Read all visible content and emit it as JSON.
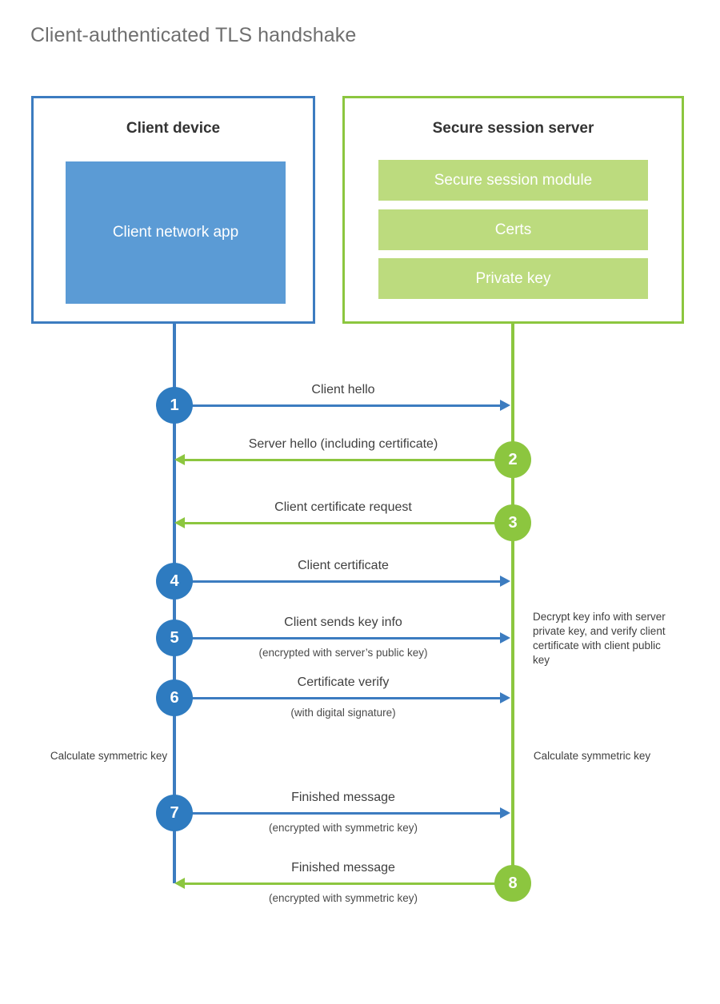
{
  "title": "Client-authenticated TLS handshake",
  "colors": {
    "client_blue": "#3c7cc0",
    "client_circle_blue": "#2e7bc0",
    "client_app_fill": "#5b9bd5",
    "server_green": "#8cc63f",
    "server_block_fill": "#bcdb7e",
    "title_gray": "#6f6f6f",
    "label_gray": "#404040",
    "background": "#ffffff"
  },
  "parties": {
    "client": {
      "title": "Client device",
      "blocks": [
        {
          "label": "Client network app"
        }
      ]
    },
    "server": {
      "title": "Secure session server",
      "blocks": [
        {
          "label": "Secure session module"
        },
        {
          "label": "Certs"
        },
        {
          "label": "Private key"
        }
      ]
    }
  },
  "messages": [
    {
      "number": "1",
      "label": "Client hello",
      "sublabel": "",
      "direction": "client-to-server",
      "color": "blue"
    },
    {
      "number": "2",
      "label": "Server hello (including certificate)",
      "sublabel": "",
      "direction": "server-to-client",
      "color": "green"
    },
    {
      "number": "3",
      "label": "Client certificate request",
      "sublabel": "",
      "direction": "server-to-client",
      "color": "green"
    },
    {
      "number": "4",
      "label": "Client certificate",
      "sublabel": "",
      "direction": "client-to-server",
      "color": "blue"
    },
    {
      "number": "5",
      "label": "Client sends key info",
      "sublabel": "(encrypted with server’s public key)",
      "direction": "client-to-server",
      "color": "blue"
    },
    {
      "number": "6",
      "label": "Certificate verify",
      "sublabel": "(with digital signature)",
      "direction": "client-to-server",
      "color": "blue"
    },
    {
      "number": "7",
      "label": "Finished message",
      "sublabel": "(encrypted with symmetric key)",
      "direction": "client-to-server",
      "color": "blue"
    },
    {
      "number": "8",
      "label": "Finished message",
      "sublabel": "(encrypted with symmetric key)",
      "direction": "server-to-client",
      "color": "green"
    }
  ],
  "notes": {
    "server_decrypt": "Decrypt key info with server private key, and verify client certificate with client public key",
    "client_calculate": "Calculate symmetric key",
    "server_calculate": "Calculate symmetric key"
  }
}
